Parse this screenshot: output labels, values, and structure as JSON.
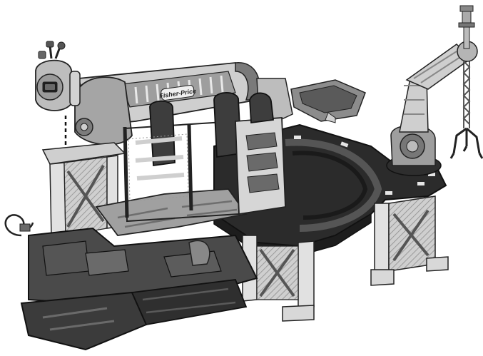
{
  "illustration": {
    "brand_text": "Fisher-Price",
    "colors": {
      "background": "#ffffff",
      "outline": "#1a1a1a",
      "light_plastic": "#d9d9d9",
      "mid_plastic": "#a8a8a8",
      "dark_plastic": "#3a3a3a",
      "black_track": "#262626"
    },
    "parts": [
      "hook-crane",
      "robot-claw-arm",
      "conveyor-chute",
      "bin-tray",
      "circular-track",
      "center-tower",
      "ramp-base",
      "support-legs",
      "wire-loop",
      "drop-arrow"
    ]
  }
}
